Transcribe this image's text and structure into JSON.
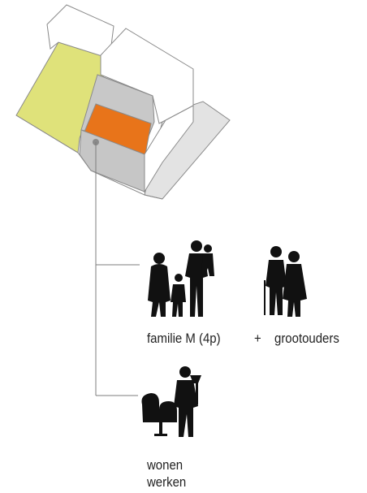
{
  "colors": {
    "plot_yellow": "#dfe27a",
    "roof_white": "#ffffff",
    "wall_grey": "#c8c8c8",
    "floor_orange": "#e8741a",
    "neighbour_grey": "#e3e3e3",
    "line": "#7c7c7c",
    "silhouette": "#111111"
  },
  "labels": {
    "family": "familie M (4p)",
    "plus": "+",
    "grandparents": "grootouders",
    "living": "wonen",
    "working": "werken"
  },
  "icons": {
    "family_group": "family-silhouette-icon",
    "grandparents_group": "grandparents-silhouette-icon",
    "work_group": "home-office-silhouette-icon"
  }
}
